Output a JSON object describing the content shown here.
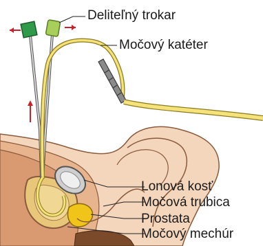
{
  "labels": {
    "trocar": "Deliteľný trokar",
    "catheter": "Močový katéter",
    "pubic_bone": "Lonová kosť",
    "urethra": "Močová trubica",
    "prostate": "Prostata",
    "bladder": "Močový mechúr"
  },
  "colors": {
    "skin": "#f2c9a8",
    "fat_layer": "#d9a07c",
    "bladder_fill": "#e9c77a",
    "prostate_fill": "#f0c419",
    "catheter": "#f5e27a",
    "trocar_green": "#2f9a4a",
    "trocar_light_green": "#a7cf5a",
    "arrow_red": "#c8232c",
    "bone": "#d6d6d6"
  }
}
